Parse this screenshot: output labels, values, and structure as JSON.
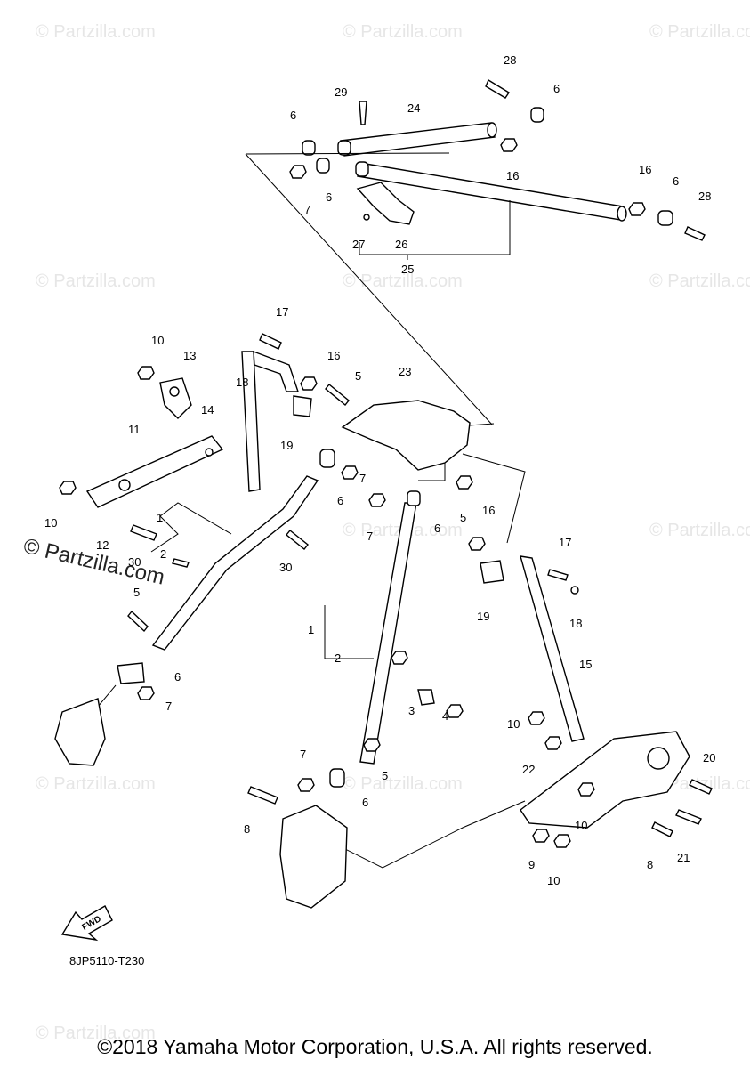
{
  "watermark": "© Partzilla.com",
  "diagram_code": "8JP5110-T230",
  "fwd_label": "FWD",
  "copyright": "©2018 Yamaha Motor Corporation, U.S.A. All rights reserved.",
  "callouts": [
    "1",
    "2",
    "3",
    "4",
    "5",
    "6",
    "7",
    "8",
    "9",
    "10",
    "11",
    "12",
    "13",
    "14",
    "15",
    "16",
    "17",
    "18",
    "19",
    "20",
    "21",
    "22",
    "23",
    "24",
    "25",
    "26",
    "27",
    "28",
    "29",
    "30"
  ]
}
